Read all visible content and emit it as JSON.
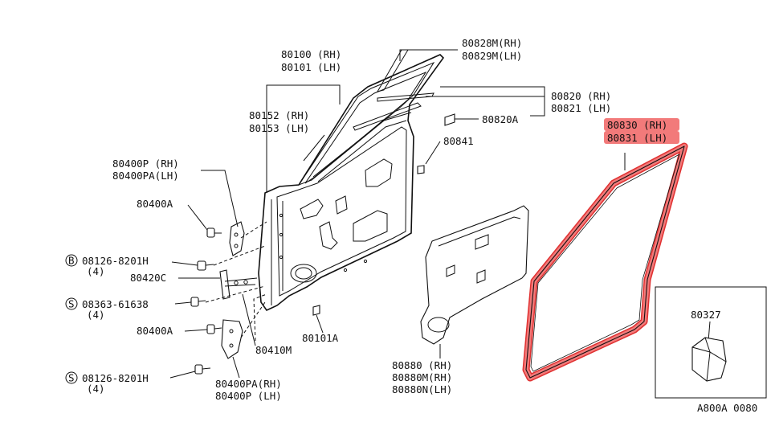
{
  "colors": {
    "line": "#111111",
    "highlight_fill": "#f27a7a",
    "highlight_stroke": "#e03030",
    "background": "#ffffff"
  },
  "labels": {
    "p80100": "80100 (RH)",
    "p80101": "80101 (LH)",
    "p80828m": "80828M(RH)",
    "p80829m": "80829M(LH)",
    "p80820": "80820 (RH)",
    "p80821": "80821 (LH)",
    "p80820a": "80820A",
    "p80152": "80152 (RH)",
    "p80153": "80153 (LH)",
    "p80841": "80841",
    "p80830": "80830 (RH)",
    "p80831": "80831 (LH)",
    "p80400p": "80400P (RH)",
    "p80400pa": "80400PA(LH)",
    "p80400a_1": "80400A",
    "b08126": "08126-8201H",
    "b08126_qty": "(4)",
    "p80420c": "80420C",
    "s08363": "08363-61638",
    "s08363_qty": "(4)",
    "p80400a_2": "80400A",
    "p80410m": "80410M",
    "p80101a": "80101A",
    "s08126": "08126-8201H",
    "s08126_qty": "(4)",
    "p80400pa_rh": "80400PA(RH)",
    "p80400p_lh": "80400P (LH)",
    "p80880": "80880 (RH)",
    "p80880m": "80880M(RH)",
    "p80880n": "80880N(LH)",
    "p80327": "80327",
    "figure_code": "A800A 0080"
  },
  "symbols": {
    "b_mark": "B",
    "s_mark": "S"
  },
  "icons": {
    "bolt": "bolt-icon",
    "screw": "screw-icon",
    "clip": "clip-icon",
    "plug": "plug-icon"
  }
}
